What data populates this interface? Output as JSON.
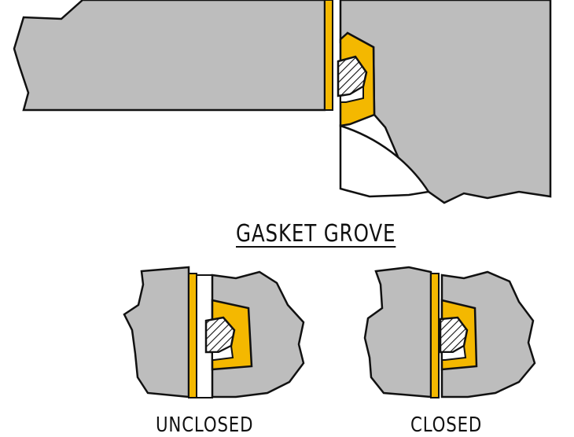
{
  "title": "GASKET GROVE",
  "panels": {
    "unclosed": {
      "label": "UNCLOSED"
    },
    "closed": {
      "label": "CLOSED"
    }
  },
  "colors": {
    "body": "#bdbdbd",
    "gasket": "#f4b800",
    "outline": "#111111",
    "background": "#ffffff"
  }
}
